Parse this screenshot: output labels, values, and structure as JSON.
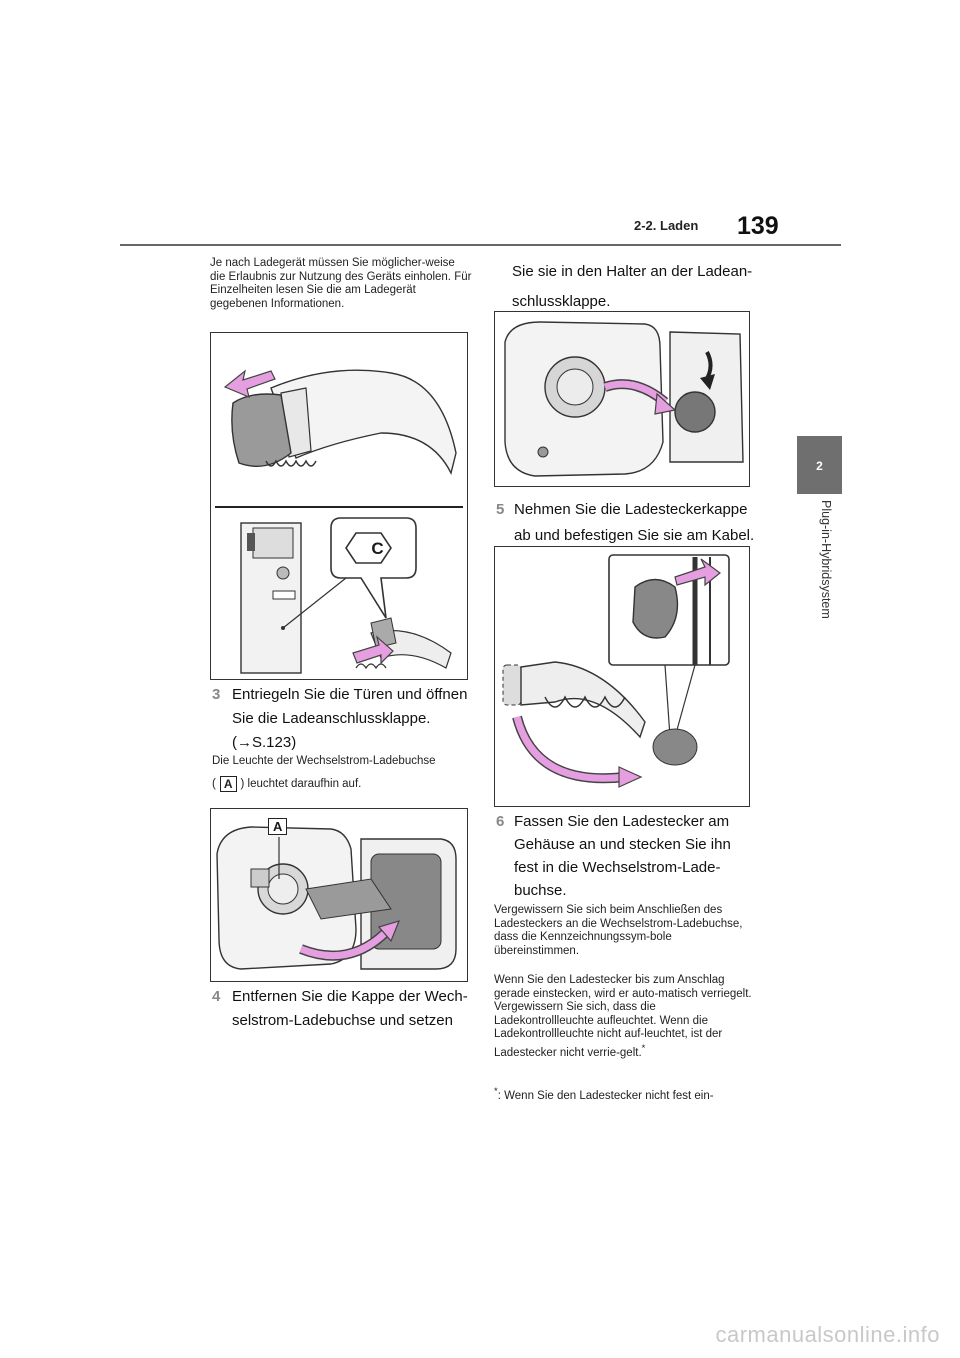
{
  "header": {
    "section": "2-2. Laden",
    "page_number": "139"
  },
  "side_tab": {
    "chapter_number": "2",
    "chapter_title": "Plug-in-Hybridsystem"
  },
  "left": {
    "intro_text": "Je nach Ladegerät müssen Sie möglicher-weise die Erlaubnis zur Nutzung des Geräts einholen. Für Einzelheiten lesen Sie die am Ladegerät gegebenen Informationen.",
    "figure1_label": "C",
    "step3": {
      "num": "3",
      "text": "Entriegeln Sie die Türen und öffnen Sie die Ladeanschlussklappe.",
      "ref": "(→S.123)"
    },
    "note3_line1": "Die Leuchte der Wechselstrom-Ladebuchse",
    "note3_marker": "A",
    "note3_line2": ") leuchtet daraufhin auf.",
    "figure2_label": "A",
    "step4": {
      "num": "4",
      "text": "Entfernen Sie die Kappe der Wech-selstrom-Ladebuchse und setzen"
    }
  },
  "right": {
    "step4_cont": "Sie sie in den Halter an der Ladean-schlussklappe.",
    "step5": {
      "num": "5",
      "text": "Nehmen Sie die Ladesteckerkappe ab und befestigen Sie sie am Kabel."
    },
    "step6": {
      "num": "6",
      "text": "Fassen Sie den Ladestecker am Gehäuse an und stecken Sie ihn fest in die Wechselstrom-Lade-buchse."
    },
    "note6a": "Vergewissern Sie sich beim Anschließen des Ladesteckers an die Wechselstrom-Ladebuchse, dass die Kennzeichnungssym-bole übereinstimmen.",
    "note6b": "Wenn Sie den Ladestecker bis zum Anschlag gerade einstecken, wird er auto-matisch verriegelt. Vergewissern Sie sich, dass die Ladekontrollleuchte aufleuchtet. Wenn die Ladekontrollleuchte nicht auf-leuchtet, ist der Ladestecker nicht verrie-gelt.",
    "note6b_sup": "*",
    "footnote_mark": "*",
    "footnote_text": ":  Wenn Sie den Ladestecker nicht fest ein-"
  },
  "watermark": "carmanualsonline.info",
  "colors": {
    "arrow_pink": "#e59fe0",
    "tab_gray": "#6f6f6f",
    "rule_gray": "#666666"
  }
}
